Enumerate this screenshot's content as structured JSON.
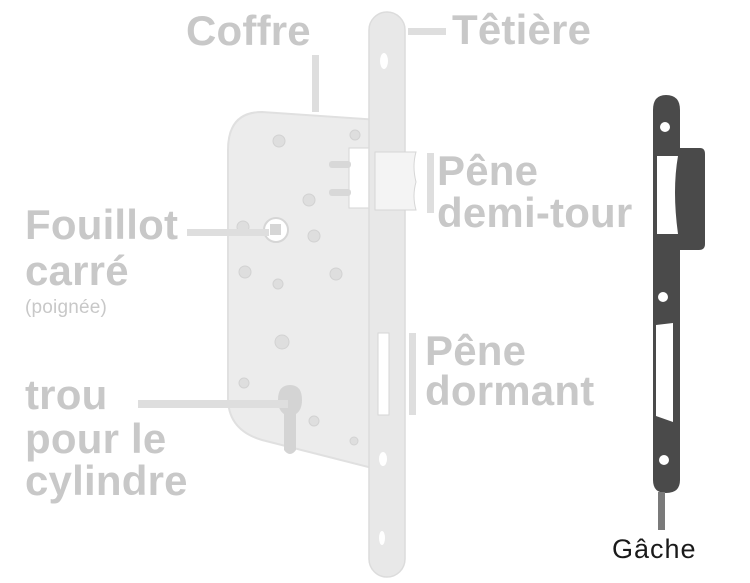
{
  "diagram": {
    "subject": "Serrure à larder (mortise lock) et gâche",
    "colors": {
      "background": "#ffffff",
      "label_text": "#c8c8c8",
      "lock_body": "#ececec",
      "lock_outline": "#dcdcdc",
      "strike_plate": "#4a4a4a",
      "gache_label": "#1a1a1a",
      "gache_leader": "#7a7a7a"
    },
    "labels": {
      "coffre": "Coffre",
      "tetiere": "Têtière",
      "pene_demi_tour_line1": "Pêne",
      "pene_demi_tour_line2": "demi-tour",
      "fouillot_line1": "Fouillot",
      "fouillot_line2": "carré",
      "fouillot_note": "(poignée)",
      "pene_dormant_line1": "Pêne",
      "pene_dormant_line2": "dormant",
      "trou_line1": "trou",
      "trou_line2": "pour le",
      "trou_line3": "cylindre",
      "gache": "Gâche"
    },
    "icons": {
      "lock": "mortise-lock-illustration",
      "strike": "strike-plate-illustration"
    }
  }
}
